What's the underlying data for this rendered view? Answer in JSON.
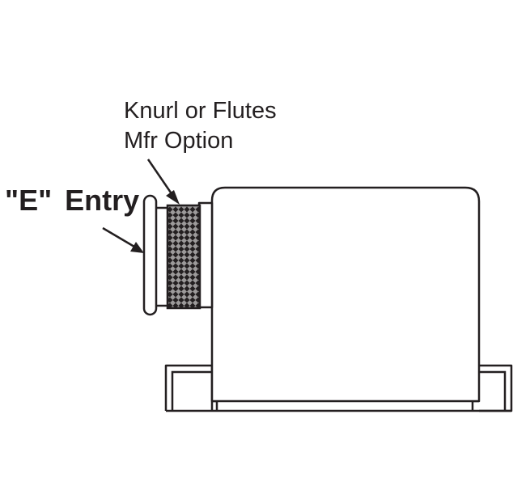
{
  "labels": {
    "knurl_line1": "Knurl or Flutes",
    "knurl_line2": "Mfr Option",
    "entry_quote_e": "\"E\"",
    "entry_word": "Entry"
  },
  "colors": {
    "line": "#231f20",
    "background": "#ffffff",
    "knurl_pattern": "#231f20"
  }
}
